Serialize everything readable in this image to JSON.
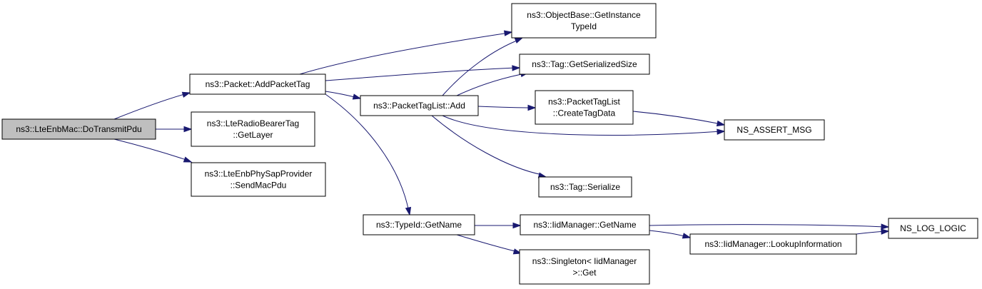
{
  "colors": {
    "edge": "#191970",
    "root_fill": "#bfbfbf",
    "node_fill": "#ffffff",
    "node_stroke": "#000000"
  },
  "nodes": {
    "do_transmit_pdu": [
      "ns3::LteEnbMac::DoTransmitPdu"
    ],
    "add_packet_tag": [
      "ns3::Packet::AddPacketTag"
    ],
    "get_layer": [
      "ns3::LteRadioBearerTag",
      "::GetLayer"
    ],
    "send_mac_pdu": [
      "ns3::LteEnbPhySapProvider",
      "::SendMacPdu"
    ],
    "get_instance_type_id": [
      "ns3::ObjectBase::GetInstance",
      "TypeId"
    ],
    "get_serialized_size": [
      "ns3::Tag::GetSerializedSize"
    ],
    "packet_tag_list_add": [
      "ns3::PacketTagList::Add"
    ],
    "create_tag_data": [
      "ns3::PacketTagList",
      "::CreateTagData"
    ],
    "ns_assert_msg": [
      "NS_ASSERT_MSG"
    ],
    "tag_serialize": [
      "ns3::Tag::Serialize"
    ],
    "type_id_get_name": [
      "ns3::TypeId::GetName"
    ],
    "iid_manager_get_name": [
      "ns3::IidManager::GetName"
    ],
    "ns_log_logic": [
      "NS_LOG_LOGIC"
    ],
    "lookup_information": [
      "ns3::IidManager::LookupInformation"
    ],
    "singleton_get": [
      "ns3::Singleton< IidManager",
      " >::Get"
    ]
  }
}
